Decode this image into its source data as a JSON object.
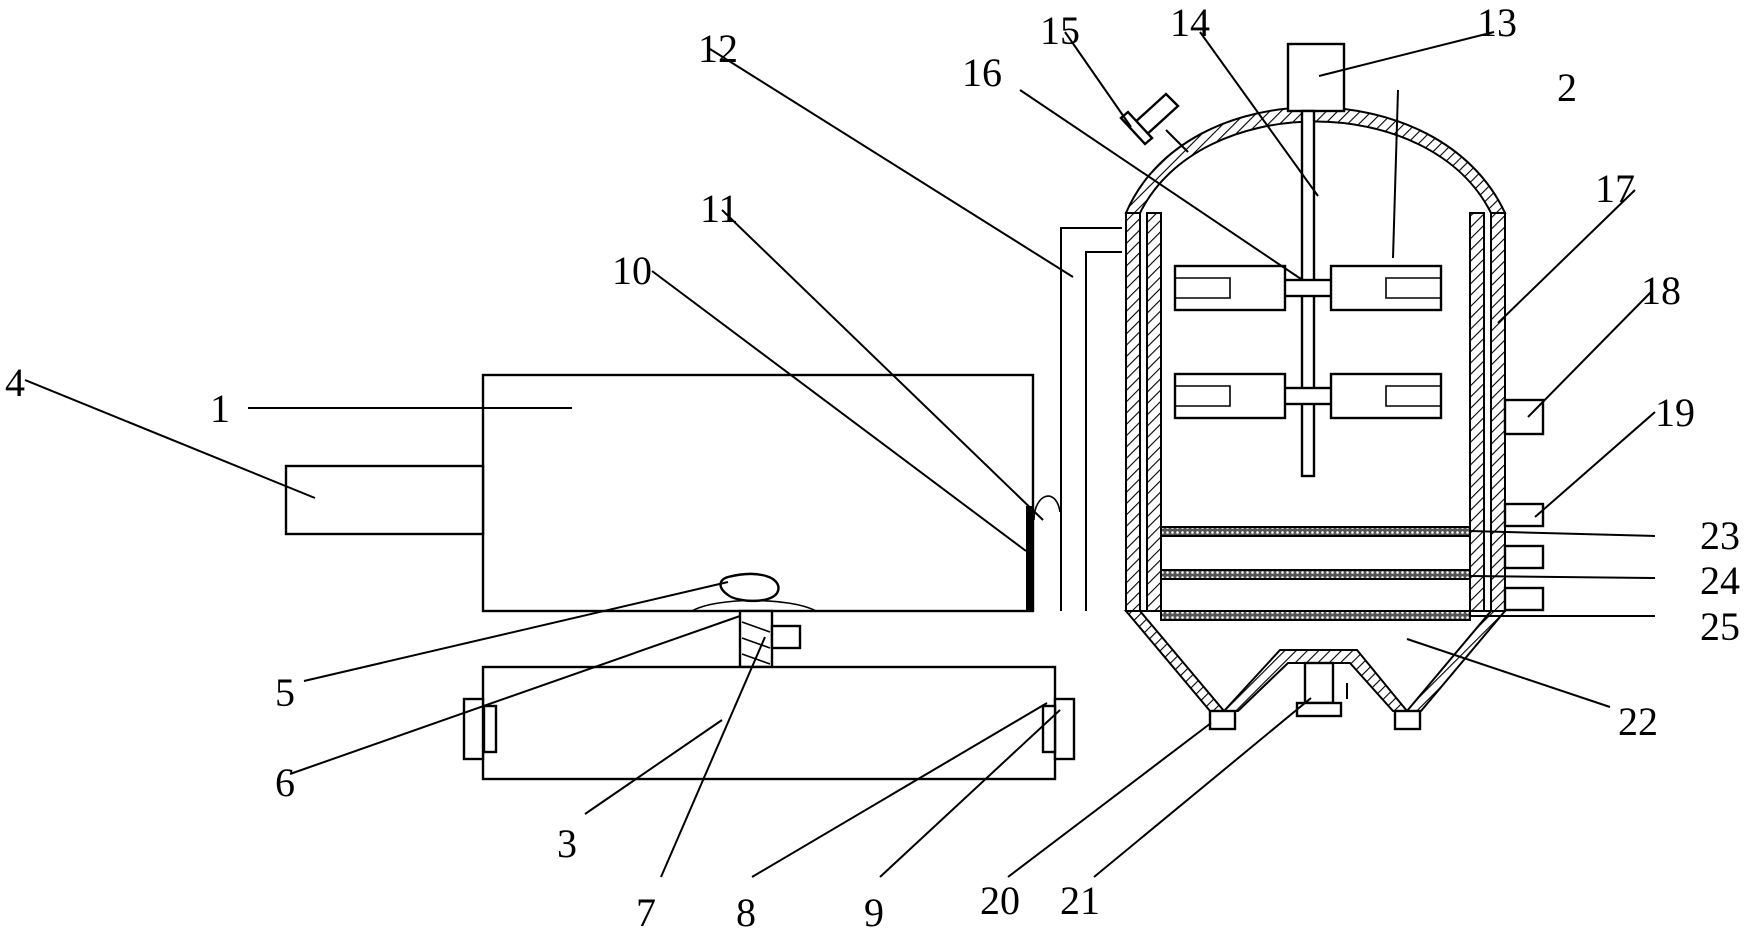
{
  "labels": [
    "1",
    "2",
    "3",
    "4",
    "5",
    "6",
    "7",
    "8",
    "9",
    "10",
    "11",
    "12",
    "13",
    "14",
    "15",
    "16",
    "17",
    "18",
    "19",
    "20",
    "21",
    "22",
    "23",
    "24",
    "25"
  ]
}
